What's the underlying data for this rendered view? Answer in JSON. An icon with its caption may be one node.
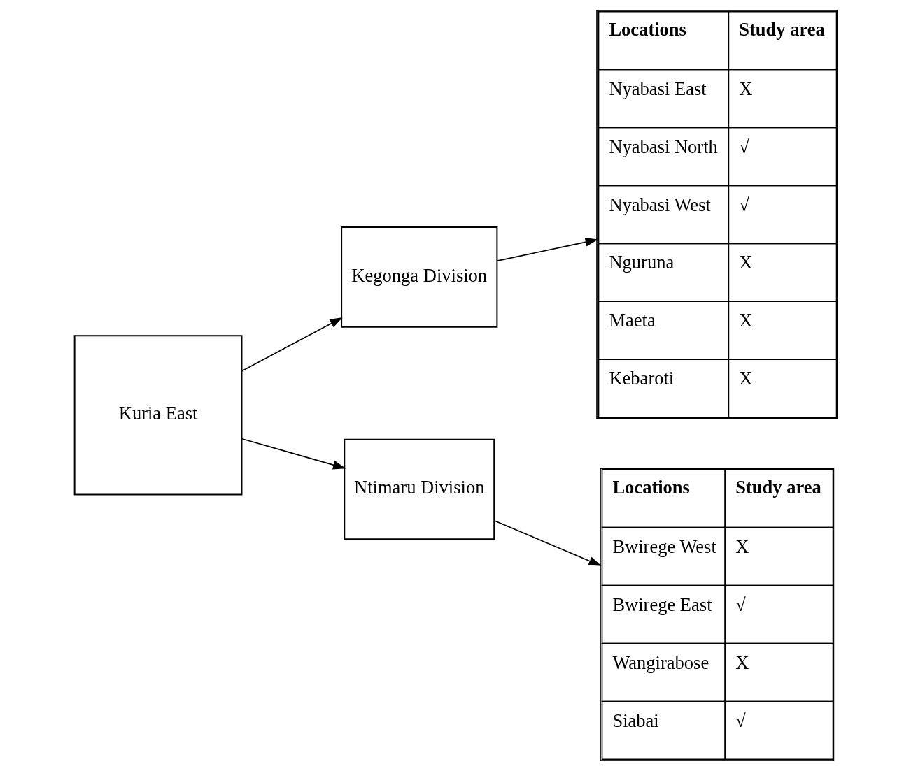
{
  "diagram": {
    "nodes": [
      {
        "text": [
          "Kuria East"
        ]
      },
      {
        "text": [
          "Kegonga Division"
        ]
      },
      {
        "text": [
          "Ntimaru Division"
        ]
      },
      {
        "text": [
          "Locations",
          "Study area",
          "Nyabasi East",
          "X",
          "Nyabasi North",
          "√",
          "Nyabasi West",
          "√",
          "Nguruna",
          "X",
          "Maeta",
          "X",
          "Kebaroti",
          "X"
        ]
      },
      {
        "text": [
          "Locations",
          "Study area",
          "Bwirege West",
          "X",
          "Bwirege East",
          "√",
          "Wangirabose",
          "X",
          "Siabai",
          "√"
        ]
      }
    ],
    "edges": [
      {
        "from": 0,
        "to": 1,
        "arrow": "to"
      },
      {
        "from": 0,
        "to": 2,
        "arrow": "to"
      },
      {
        "from": 1,
        "to": 3,
        "arrow": "to"
      },
      {
        "from": 2,
        "to": 4,
        "arrow": "to"
      }
    ]
  }
}
